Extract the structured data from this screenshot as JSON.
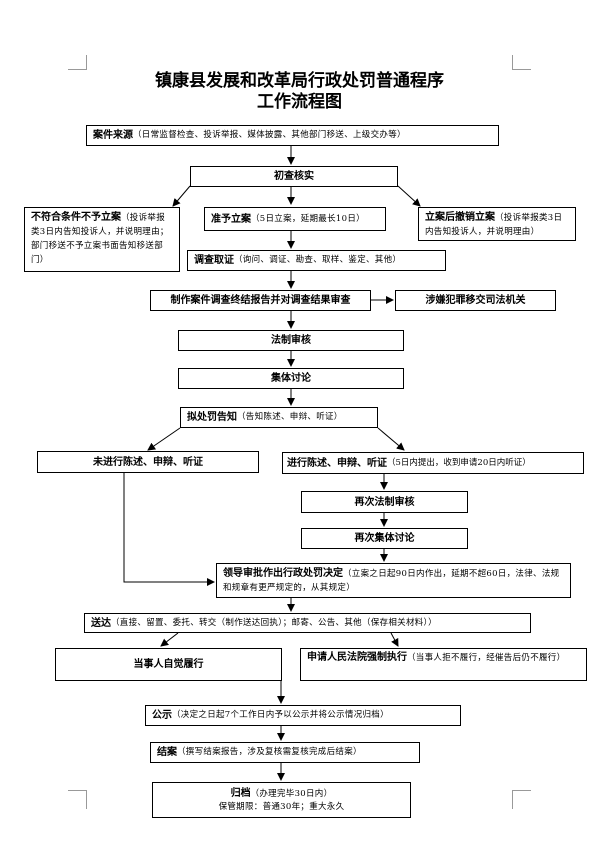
{
  "title": {
    "line1": "镇康县发展和改革局行政处罚普通程序",
    "line2": "工作流程图"
  },
  "steps": {
    "case_source": {
      "label": "案件来源",
      "note": "（日常监督检查、投诉举报、媒体披露、其他部门移送、上级交办等）"
    },
    "initial_check": {
      "label": "初查核实"
    },
    "not_filed": {
      "label": "不符合条件不予立案",
      "note": "（投诉举报类3日内告知投诉人，并说明理由；部门移送不予立案书面告知移送部门）"
    },
    "filed": {
      "label": "准予立案",
      "note": "（5日立案，延期最长10日）"
    },
    "revoked": {
      "label": "立案后撤销立案",
      "note": "（投诉举报类3日内告知投诉人，并说明理由）"
    },
    "investigate": {
      "label": "调查取证",
      "note": "（询问、调证、勘查、取样、鉴定、其他）"
    },
    "report": {
      "label": "制作案件调查终结报告并对调查结果审查"
    },
    "transfer": {
      "label": "涉嫌犯罪移交司法机关"
    },
    "legal_review": {
      "label": "法制审核"
    },
    "group_discussion": {
      "label": "集体讨论"
    },
    "notice": {
      "label": "拟处罚告知",
      "note": "（告知陈述、申辩、听证）"
    },
    "no_statement": {
      "label": "未进行陈述、申辩、听证"
    },
    "statement": {
      "label": "进行陈述、申辩、听证",
      "note": "（5日内提出，收到申请20日内听证）"
    },
    "legal_review_again": {
      "label": "再次法制审核"
    },
    "group_discussion_again": {
      "label": "再次集体讨论"
    },
    "decision": {
      "label": "领导审批作出行政处罚决定",
      "note": "（立案之日起90日内作出，延期不超60日，法律、法规和规章有更严规定的，从其规定）"
    },
    "delivery": {
      "label": "送达",
      "note": "（直接、留置、委托、转交（制作送达回执）；邮寄、公告、其他（保存相关材料））"
    },
    "self_perform": {
      "label": "当事人自觉履行"
    },
    "court_enforce": {
      "label": "申请人民法院强制执行",
      "note": "（当事人拒不履行，经催告后仍不履行）"
    },
    "publicize": {
      "label": "公示",
      "note": "（决定之日起7个工作日内予以公示并将公示情况归档）"
    },
    "close": {
      "label": "结案",
      "note": "（撰写结案报告，涉及复核需复核完成后结案）"
    },
    "archive": {
      "label": "归档",
      "note": "（办理完毕30日内）",
      "retention": "保管期限：普通30年；重大永久"
    }
  }
}
